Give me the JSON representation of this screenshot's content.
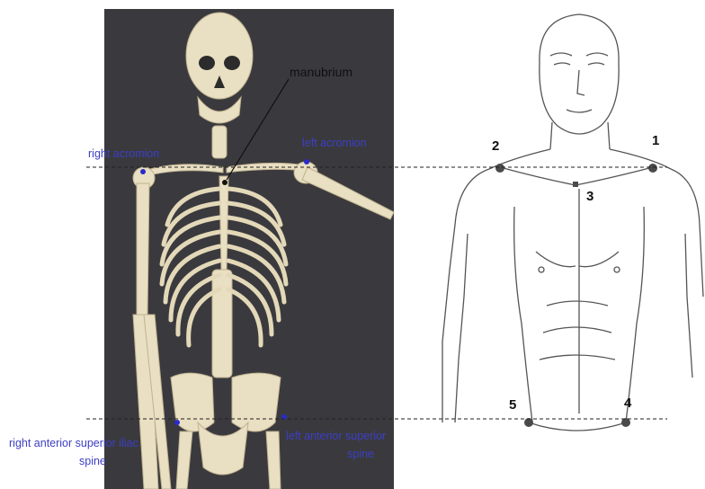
{
  "photo_labels": {
    "manubrium": "manubrium",
    "right_acromion": "right acromion",
    "left_acromion": "left acromion",
    "right_asis_line1": "right anterior superior iliac",
    "right_asis_line2": "spine",
    "left_asis_line1": "left anterior superior",
    "left_asis_line2": "spine"
  },
  "landmark_numbers": [
    "1",
    "2",
    "3",
    "4",
    "5"
  ],
  "colors": {
    "photo_background": "#3a3a3e",
    "bone": "#e9dfc2",
    "label_blue": "#3d3ec4",
    "marker_blue": "#2a2acb",
    "line_art": "#555555",
    "landmark_dot": "#4a4a4a"
  }
}
